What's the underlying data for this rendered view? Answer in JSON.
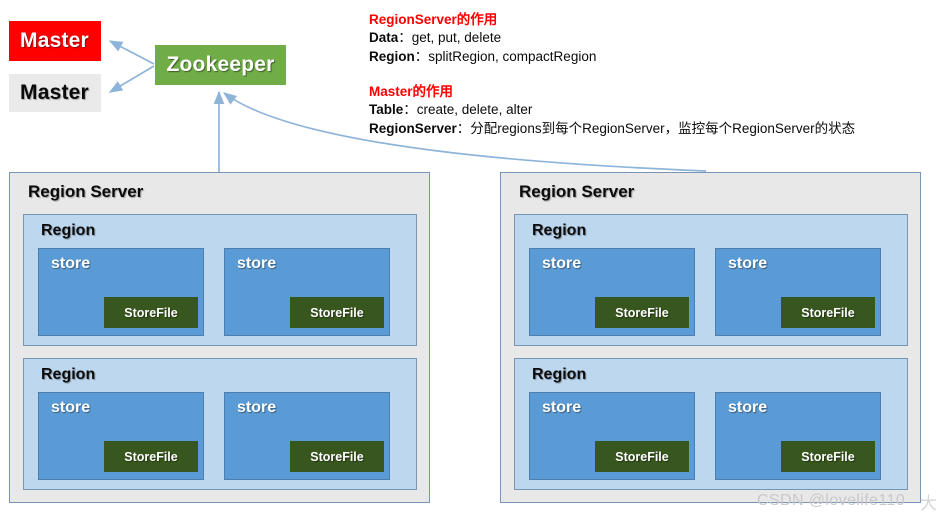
{
  "diagram": {
    "title": "HBase Architecture",
    "colors": {
      "master_active_bg": "#FF0000",
      "master_standby_bg": "#EAEAEA",
      "zookeeper_bg": "#70AD47",
      "regionserver_bg": "#E8E8E8",
      "region_bg": "#BDD7EE",
      "store_bg": "#5B9BD5",
      "storefile_bg": "#38571E",
      "annotation_title": "#FF0000",
      "connector": "#8FB4DA"
    }
  },
  "nodes": {
    "master_active": {
      "label": "Master"
    },
    "master_standby": {
      "label": "Master"
    },
    "zookeeper": {
      "label": "Zookeeper"
    }
  },
  "annotations": [
    {
      "title": "RegionServer的作用",
      "rows": [
        {
          "key": "Data",
          "sep": "：",
          "value": "get, put, delete"
        },
        {
          "key": "Region",
          "sep": "：",
          "value": "splitRegion, compactRegion"
        }
      ]
    },
    {
      "title": "Master的作用",
      "rows": [
        {
          "key": "Table",
          "sep": "：",
          "value": "create, delete, alter"
        },
        {
          "key": "RegionServer",
          "sep": "：",
          "value": "分配regions到每个RegionServer，监控每个RegionServer的状态"
        }
      ]
    }
  ],
  "region_servers": [
    {
      "title": "Region Server",
      "regions": [
        {
          "title": "Region",
          "stores": [
            {
              "title": "store",
              "storefile": "StoreFile"
            },
            {
              "title": "store",
              "storefile": "StoreFile"
            }
          ]
        },
        {
          "title": "Region",
          "stores": [
            {
              "title": "store",
              "storefile": "StoreFile"
            },
            {
              "title": "store",
              "storefile": "StoreFile"
            }
          ]
        }
      ]
    },
    {
      "title": "Region Server",
      "regions": [
        {
          "title": "Region",
          "stores": [
            {
              "title": "store",
              "storefile": "StoreFile"
            },
            {
              "title": "store",
              "storefile": "StoreFile"
            }
          ]
        },
        {
          "title": "Region",
          "stores": [
            {
              "title": "store",
              "storefile": "StoreFile"
            },
            {
              "title": "store",
              "storefile": "StoreFile"
            }
          ]
        }
      ]
    }
  ],
  "watermark": {
    "text": "CSDN @lovelife110",
    "tail": "大"
  }
}
